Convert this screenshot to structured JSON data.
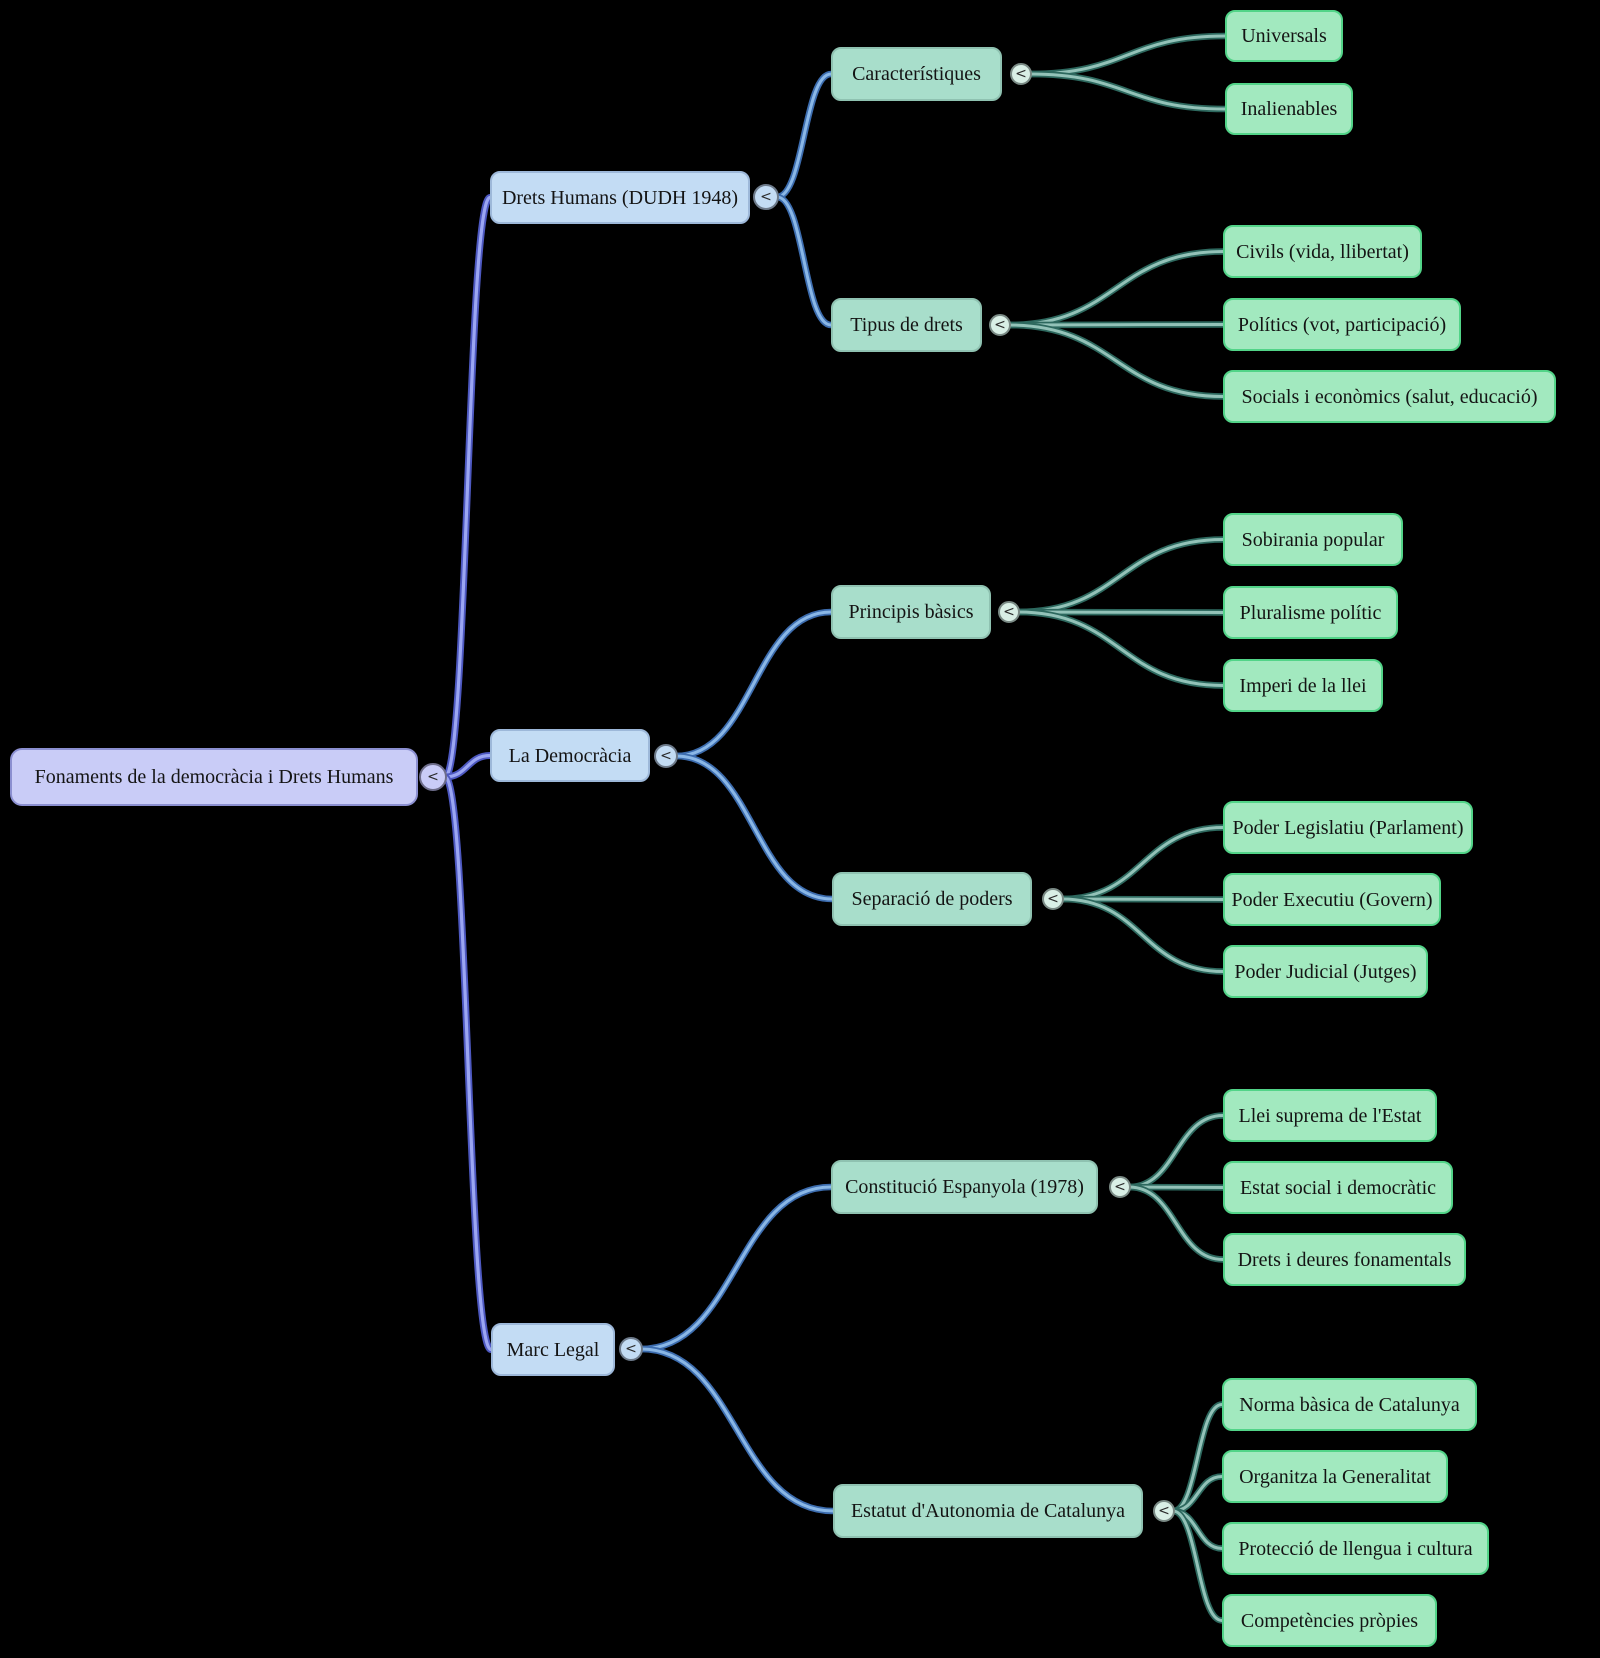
{
  "ui": {
    "toggle_glyph": "<",
    "background": "#000000"
  },
  "colors": {
    "root_fill": "#c9ccf7",
    "root_border": "#8b8fd0",
    "level1_fill": "#c3dcf4",
    "level1_border": "#9db8d9",
    "level2_fill": "#a8decb",
    "level2_border": "#8fc2b1",
    "leaf_fill": "#a2e9bf",
    "leaf_border": "#52d488",
    "edge_root": "#4d58c0",
    "edge_branch": "#3c6cae",
    "edge_leaf": "#2d685e",
    "text": "#141414"
  },
  "tree": {
    "label": "Fonaments de la democràcia i Drets Humans",
    "children": [
      {
        "label": "Drets Humans (DUDH 1948)",
        "children": [
          {
            "label": "Característiques",
            "children": [
              {
                "label": "Universals"
              },
              {
                "label": "Inalienables"
              }
            ]
          },
          {
            "label": "Tipus de drets",
            "children": [
              {
                "label": "Civils (vida, llibertat)"
              },
              {
                "label": "Polítics (vot, participació)"
              },
              {
                "label": "Socials i econòmics (salut, educació)"
              }
            ]
          }
        ]
      },
      {
        "label": "La Democràcia",
        "children": [
          {
            "label": "Principis bàsics",
            "children": [
              {
                "label": "Sobirania popular"
              },
              {
                "label": "Pluralisme polític"
              },
              {
                "label": "Imperi de la llei"
              }
            ]
          },
          {
            "label": "Separació de poders",
            "children": [
              {
                "label": "Poder Legislatiu (Parlament)"
              },
              {
                "label": "Poder Executiu (Govern)"
              },
              {
                "label": "Poder Judicial (Jutges)"
              }
            ]
          }
        ]
      },
      {
        "label": "Marc Legal",
        "children": [
          {
            "label": "Constitució Espanyola (1978)",
            "children": [
              {
                "label": "Llei suprema de l'Estat"
              },
              {
                "label": "Estat social i democràtic"
              },
              {
                "label": "Drets i deures fonamentals"
              }
            ]
          },
          {
            "label": "Estatut d'Autonomia de Catalunya",
            "children": [
              {
                "label": "Norma bàsica de Catalunya"
              },
              {
                "label": "Organitza la Generalitat"
              },
              {
                "label": "Protecció de llengua i cultura"
              },
              {
                "label": "Competències pròpies"
              }
            ]
          }
        ]
      }
    ]
  }
}
